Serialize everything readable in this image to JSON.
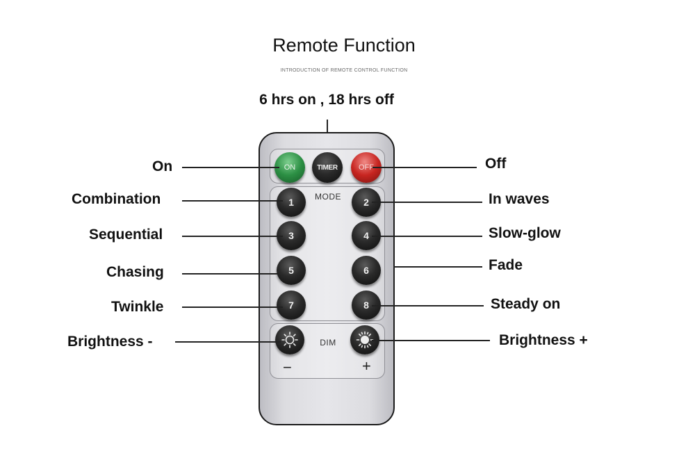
{
  "title": "Remote Function",
  "subtitle": "INTRODUCTION OF REMOTE CONTROL FUNCTION",
  "timer_annotation": "6 hrs on , 18 hrs off",
  "remote": {
    "on_button": "ON",
    "timer_button": "TIMER",
    "off_button": "OFF",
    "mode_label": "MODE",
    "mode_buttons": [
      "1",
      "2",
      "3",
      "4",
      "5",
      "6",
      "7",
      "8"
    ],
    "dim_label": "DIM",
    "minus_sign": "−",
    "plus_sign": "+"
  },
  "labels_left": [
    "On",
    "Combination",
    "Sequential",
    "Chasing",
    "Twinkle",
    "Brightness -"
  ],
  "labels_right": [
    "Off",
    "In waves",
    "Slow-glow",
    "Fade",
    "Steady on",
    "Brightness +"
  ],
  "colors": {
    "on_green": "#2c8f44",
    "off_red": "#c72520",
    "button_black": "#1a1a1a",
    "remote_body": "#e2e2e6"
  }
}
